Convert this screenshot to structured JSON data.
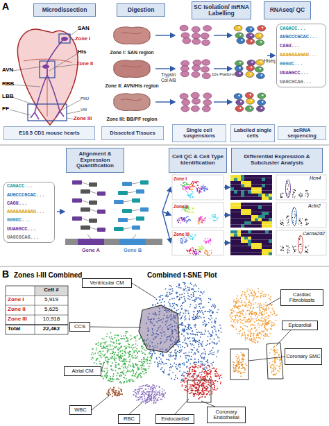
{
  "diagram": {
    "nodes": [
      {
        "text": [
          "Microdissection"
        ]
      },
      {
        "text": [
          "Digestion"
        ]
      },
      {
        "text": [
          "SC Isolation/ mRNA Labelling"
        ]
      },
      {
        "text": [
          "RNAseq/ QC"
        ]
      },
      {
        "text": [
          "Zone I: SAN region"
        ]
      },
      {
        "text": [
          "Zone II: AVN/His region"
        ]
      },
      {
        "text": [
          "Zone III: BB/PF region"
        ]
      },
      {
        "text": [
          "CAGACC...",
          "AUGCCCGCAC...",
          "CAGU...",
          "AAAGAAAGAU...",
          "GGGUC...",
          "UUAGGCC...",
          "UAGCGCAG..."
        ]
      },
      {
        "text": [
          "E16.5 CD1 mouse hearts"
        ]
      },
      {
        "text": [
          "Dissected Tissues"
        ]
      },
      {
        "text": [
          "Single cell suspensions"
        ]
      },
      {
        "text": [
          "Labelled single cells"
        ]
      },
      {
        "text": [
          "scRNA sequencing"
        ]
      },
      {
        "text": [
          "Alignment & Expression Quantification"
        ]
      },
      {
        "text": [
          "Cell QC & Cell Type Identification"
        ]
      },
      {
        "text": [
          "Differential Expression & Subcluster Analysis"
        ]
      },
      {
        "text": [
          "CAGACC...",
          "AUGCCCGCAC...",
          "CAGU...",
          "AAAGAAAGAU...",
          "GGGUC...",
          "UUAGGCC...",
          "UAGCGCAG..."
        ]
      },
      {
        "text": [
          "Ventricular CM"
        ]
      },
      {
        "text": [
          "CCS"
        ]
      },
      {
        "text": [
          "Cardiac Fibroblasts"
        ]
      },
      {
        "text": [
          "Epicardial"
        ]
      },
      {
        "text": [
          "Atrial CM"
        ]
      },
      {
        "text": [
          "Coronary SMC"
        ]
      },
      {
        "text": [
          "WBC"
        ]
      },
      {
        "text": [
          "RBC"
        ]
      },
      {
        "text": [
          "Endocardial"
        ]
      },
      {
        "text": [
          "Coronary Endothelial"
        ]
      }
    ],
    "labels": [
      "A",
      "SAN",
      "AVN",
      "His",
      "RBB",
      "LBB",
      "PF",
      "PMJ",
      "VM",
      "Zone I",
      "Zone II",
      "Zone III",
      "Trypsin",
      "Col A/B",
      "10x Platform",
      "Hiseq",
      "Gene A",
      "Gene B",
      "Zone I",
      "Zone II",
      "Zone III",
      "Hcn4",
      "Actn2",
      "Cacna2d2",
      "B",
      "Zones I-III Combined",
      "Cell #",
      "Zone I",
      "5,919",
      "Zone II",
      "5,625",
      "Zone III",
      "10,918",
      "Total",
      "22,462",
      "Combined t-SNE Plot"
    ]
  }
}
